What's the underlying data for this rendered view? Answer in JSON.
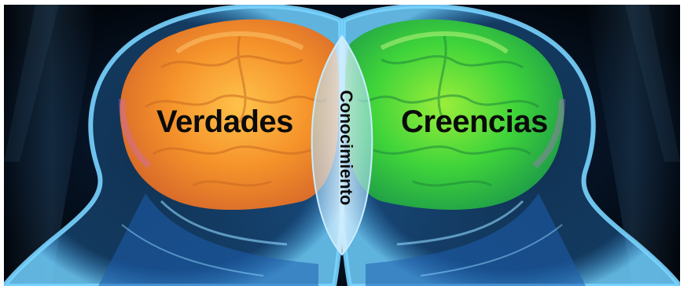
{
  "labels": {
    "left": "Verdades",
    "center": "Conocimiento",
    "right": "Creencias"
  },
  "colors": {
    "background": "#050a12",
    "left_brain": "#f49a2c",
    "right_brain": "#3fd43a",
    "glow": "#3aa8ff",
    "text": "#0b0b0b"
  }
}
